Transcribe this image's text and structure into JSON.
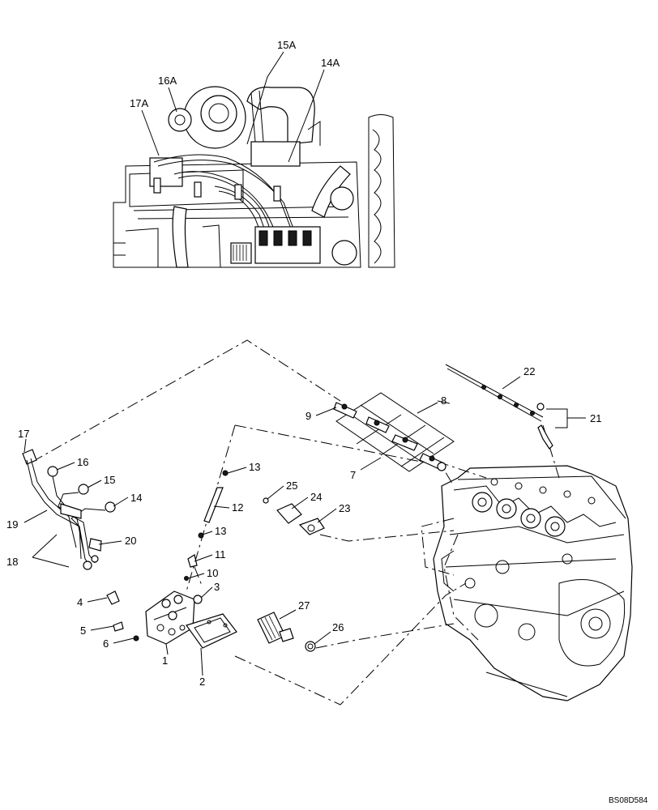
{
  "callouts": {
    "c15A": "15A",
    "c14A": "14A",
    "c16A": "16A",
    "c17A": "17A",
    "c22": "22",
    "c21": "21",
    "c8": "8",
    "c9": "9",
    "c7": "7",
    "c17": "17",
    "c16": "16",
    "c15": "15",
    "c14": "14",
    "c19": "19",
    "c18": "18",
    "c20": "20",
    "c13a": "13",
    "c12": "12",
    "c13b": "13",
    "c11": "11",
    "c10": "10",
    "c3": "3",
    "c25": "25",
    "c24": "24",
    "c23": "23",
    "c4": "4",
    "c5": "5",
    "c6": "6",
    "c1": "1",
    "c2": "2",
    "c27": "27",
    "c26": "26"
  },
  "reference": "BS08D584"
}
